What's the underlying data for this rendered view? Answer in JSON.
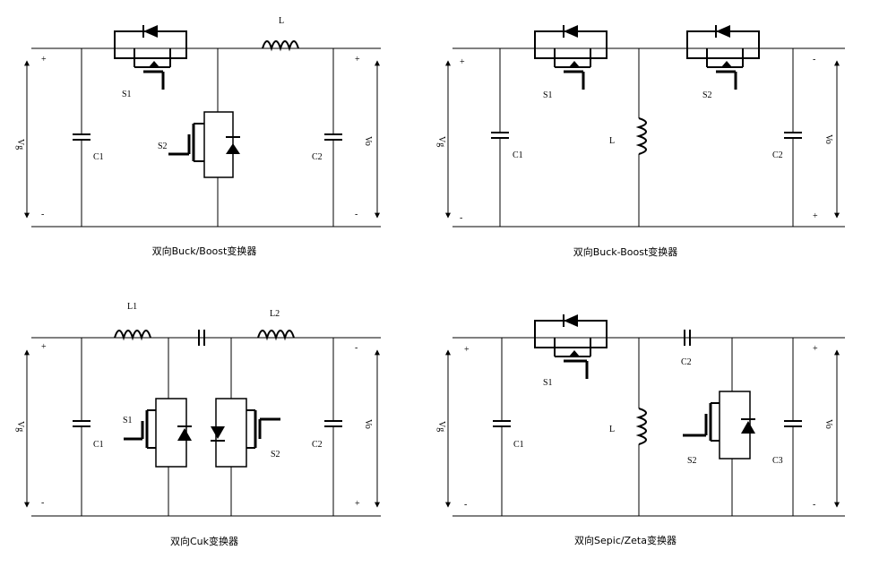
{
  "diagrams": {
    "buck_boost_bi": {
      "caption": "双向Buck/Boost变换器",
      "vin": "Vg",
      "vout": "Vo",
      "s1": "S1",
      "s2": "S2",
      "l": "L",
      "c1": "C1",
      "c2": "C2",
      "in_plus": "+",
      "in_minus": "-",
      "out_plus": "+",
      "out_minus": "-"
    },
    "buckboost_bi": {
      "caption": "双向Buck-Boost变换器",
      "vin": "Vg",
      "vout": "Vo",
      "s1": "S1",
      "s2": "S2",
      "l": "L",
      "c1": "C1",
      "c2": "C2",
      "in_plus": "+",
      "in_minus": "-",
      "out_minus": "-",
      "out_plus": "+"
    },
    "cuk_bi": {
      "caption": "双向Cuk变换器",
      "vin": "Vg",
      "vout": "Vo",
      "s1": "S1",
      "s2": "S2",
      "l1": "L1",
      "l2": "L2",
      "c1": "C1",
      "c2": "C2",
      "in_plus": "+",
      "in_minus": "-",
      "out_minus": "-",
      "out_plus": "+"
    },
    "sepic_zeta_bi": {
      "caption": "双向Sepic/Zeta变换器",
      "vin": "Vg",
      "vout": "Vo",
      "s1": "S1",
      "s2": "S2",
      "l": "L",
      "c1": "C1",
      "c2": "C2",
      "c3": "C3",
      "in_plus": "+",
      "in_minus": "-",
      "out_plus": "+",
      "out_minus": "-"
    }
  }
}
